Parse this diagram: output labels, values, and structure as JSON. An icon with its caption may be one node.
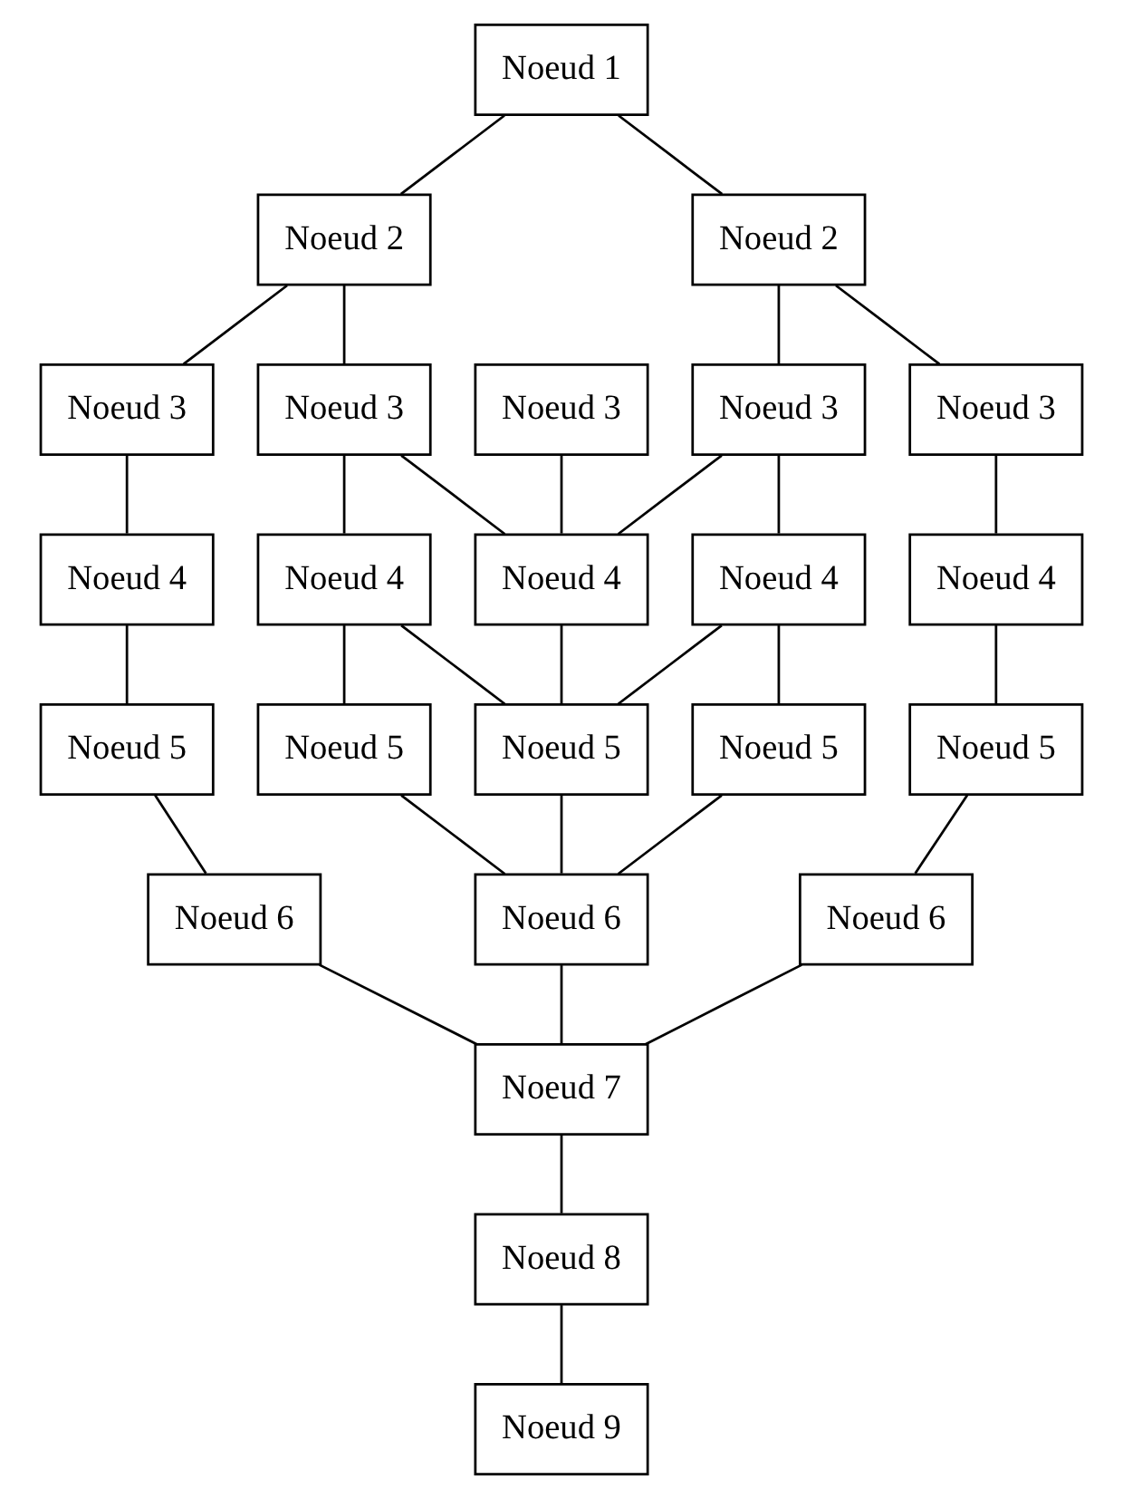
{
  "diagram": {
    "nodes": [
      {
        "text": [
          "Noeud 1"
        ]
      },
      {
        "text": [
          "Noeud 2"
        ]
      },
      {
        "text": [
          "Noeud 2"
        ]
      },
      {
        "text": [
          "Noeud 3"
        ]
      },
      {
        "text": [
          "Noeud 3"
        ]
      },
      {
        "text": [
          "Noeud 3"
        ]
      },
      {
        "text": [
          "Noeud 3"
        ]
      },
      {
        "text": [
          "Noeud 3"
        ]
      },
      {
        "text": [
          "Noeud 4"
        ]
      },
      {
        "text": [
          "Noeud 4"
        ]
      },
      {
        "text": [
          "Noeud 4"
        ]
      },
      {
        "text": [
          "Noeud 4"
        ]
      },
      {
        "text": [
          "Noeud 4"
        ]
      },
      {
        "text": [
          "Noeud 5"
        ]
      },
      {
        "text": [
          "Noeud 5"
        ]
      },
      {
        "text": [
          "Noeud 5"
        ]
      },
      {
        "text": [
          "Noeud 5"
        ]
      },
      {
        "text": [
          "Noeud 5"
        ]
      },
      {
        "text": [
          "Noeud 6"
        ]
      },
      {
        "text": [
          "Noeud 6"
        ]
      },
      {
        "text": [
          "Noeud 6"
        ]
      },
      {
        "text": [
          "Noeud 7"
        ]
      },
      {
        "text": [
          "Noeud 8"
        ]
      },
      {
        "text": [
          "Noeud 9"
        ]
      }
    ],
    "edges": [
      {
        "from": 0,
        "to": 1,
        "arrow": "none"
      },
      {
        "from": 0,
        "to": 2,
        "arrow": "none"
      },
      {
        "from": 1,
        "to": 3,
        "arrow": "none"
      },
      {
        "from": 1,
        "to": 4,
        "arrow": "none"
      },
      {
        "from": 2,
        "to": 6,
        "arrow": "none"
      },
      {
        "from": 2,
        "to": 7,
        "arrow": "none"
      },
      {
        "from": 3,
        "to": 8,
        "arrow": "none"
      },
      {
        "from": 4,
        "to": 9,
        "arrow": "none"
      },
      {
        "from": 4,
        "to": 10,
        "arrow": "none"
      },
      {
        "from": 5,
        "to": 10,
        "arrow": "none"
      },
      {
        "from": 6,
        "to": 10,
        "arrow": "none"
      },
      {
        "from": 6,
        "to": 11,
        "arrow": "none"
      },
      {
        "from": 7,
        "to": 12,
        "arrow": "none"
      },
      {
        "from": 8,
        "to": 13,
        "arrow": "none"
      },
      {
        "from": 9,
        "to": 14,
        "arrow": "none"
      },
      {
        "from": 9,
        "to": 15,
        "arrow": "none"
      },
      {
        "from": 10,
        "to": 15,
        "arrow": "none"
      },
      {
        "from": 11,
        "to": 15,
        "arrow": "none"
      },
      {
        "from": 11,
        "to": 16,
        "arrow": "none"
      },
      {
        "from": 12,
        "to": 17,
        "arrow": "none"
      },
      {
        "from": 13,
        "to": 18,
        "arrow": "none"
      },
      {
        "from": 14,
        "to": 19,
        "arrow": "none"
      },
      {
        "from": 15,
        "to": 19,
        "arrow": "none"
      },
      {
        "from": 16,
        "to": 19,
        "arrow": "none"
      },
      {
        "from": 17,
        "to": 20,
        "arrow": "none"
      },
      {
        "from": 18,
        "to": 21,
        "arrow": "none"
      },
      {
        "from": 19,
        "to": 21,
        "arrow": "none"
      },
      {
        "from": 20,
        "to": 21,
        "arrow": "none"
      },
      {
        "from": 21,
        "to": 22,
        "arrow": "none"
      },
      {
        "from": 22,
        "to": 23,
        "arrow": "none"
      }
    ]
  }
}
